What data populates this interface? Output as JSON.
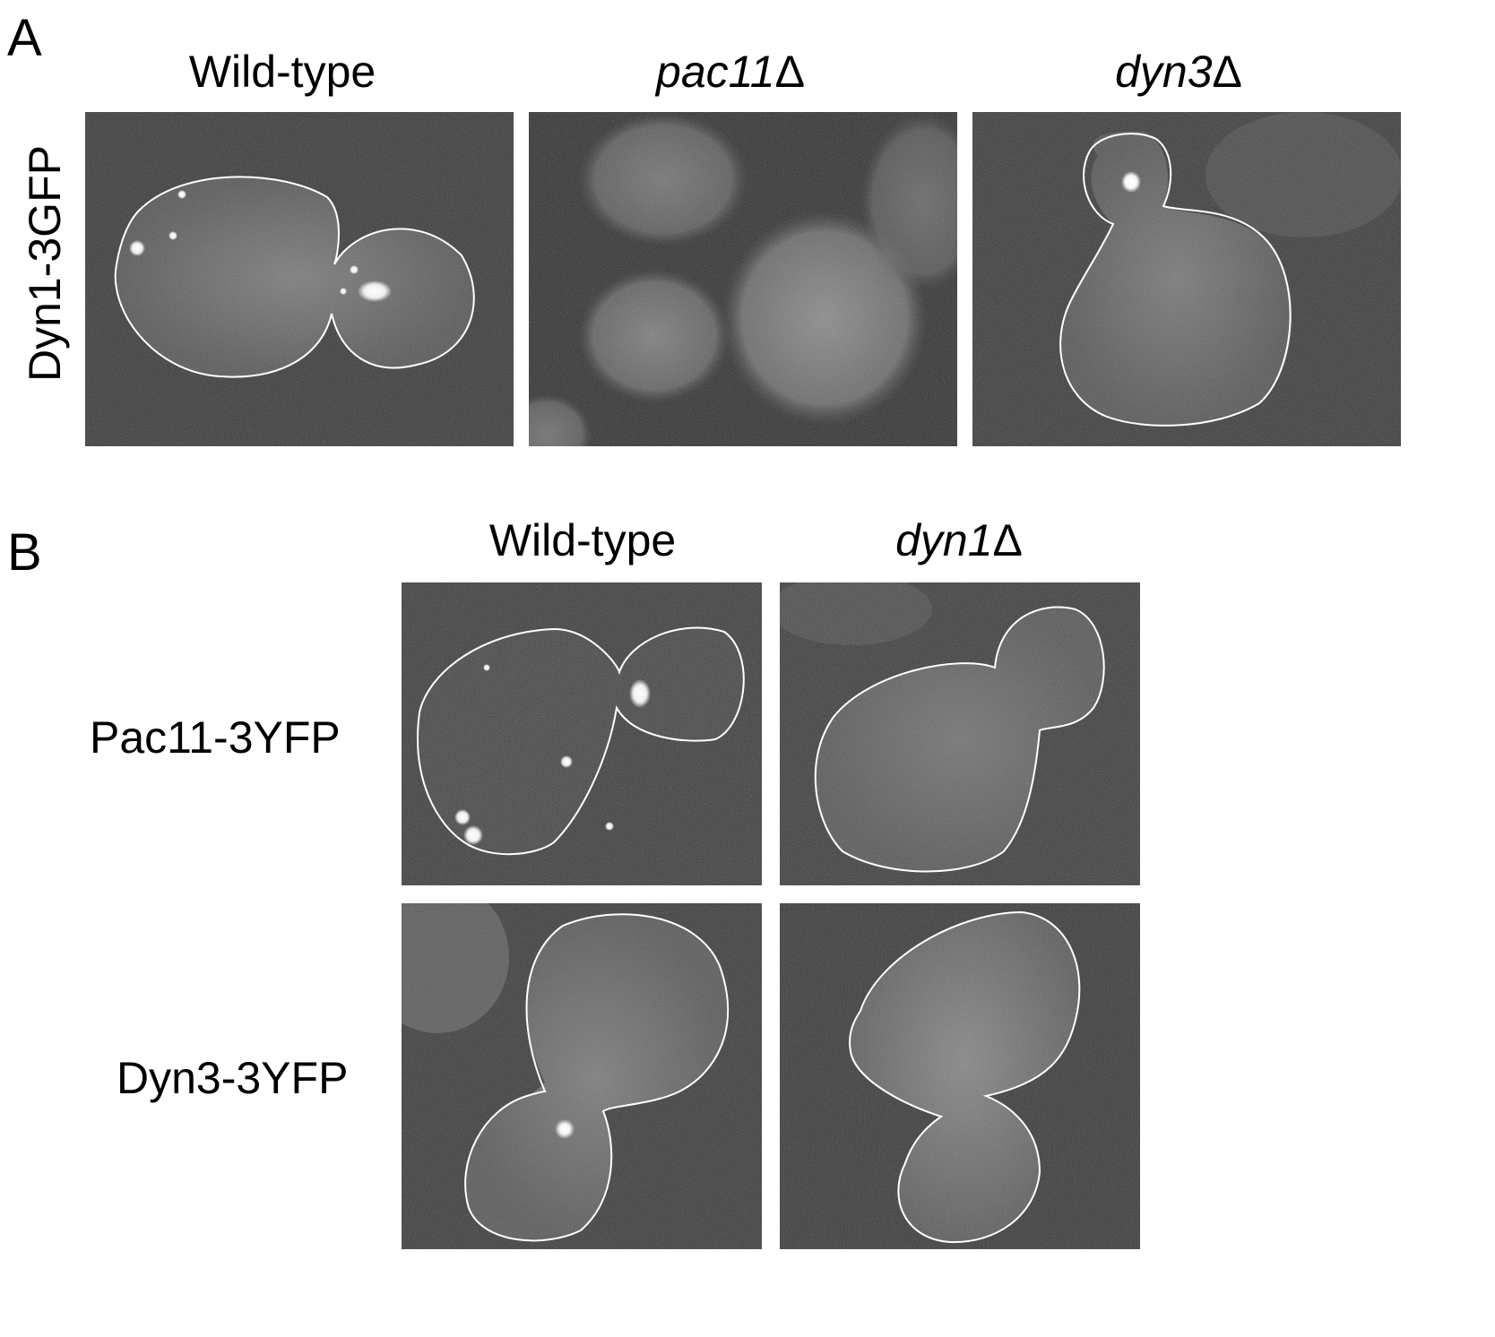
{
  "figure": {
    "panel_a": {
      "letter": "A",
      "row_label": "Dyn1-3GFP",
      "columns": [
        {
          "label": "Wild-type",
          "italic": false
        },
        {
          "label": "pac11",
          "suffix": "Δ",
          "italic": true
        },
        {
          "label": "dyn3",
          "suffix": "Δ",
          "italic": true
        }
      ]
    },
    "panel_b": {
      "letter": "B",
      "columns": [
        {
          "label": "Wild-type",
          "italic": false
        },
        {
          "label": "dyn1",
          "suffix": "Δ",
          "italic": true
        }
      ],
      "rows": [
        {
          "label": "Pac11-3YFP"
        },
        {
          "label": "Dyn3-3YFP"
        }
      ]
    },
    "colors": {
      "background": "#ffffff",
      "micrograph_bg": "#3a3a3a",
      "cell_outline": "#ffffff",
      "bright_spot": "#ffffff"
    }
  }
}
